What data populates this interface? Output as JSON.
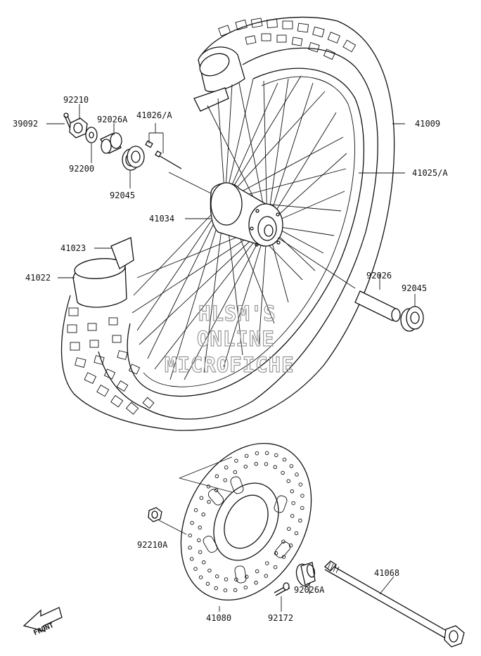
{
  "labels": {
    "p39092": "39092",
    "p92210": "92210",
    "p92026A_top": "92026A",
    "p41026A": "41026/A",
    "p92200": "92200",
    "p92045_top": "92045",
    "p41034": "41034",
    "p41023": "41023",
    "p41022": "41022",
    "p41009": "41009",
    "p41025A": "41025/A",
    "p92026": "92026",
    "p92045_right": "92045",
    "p92210A": "92210A",
    "p41068": "41068",
    "p92026A_bottom": "92026A",
    "p41080": "41080",
    "p92172": "92172"
  },
  "watermark": {
    "line1": "HLSM'S",
    "line2": "ONLINE",
    "line3": "MICROFICHE"
  },
  "front_badge": "FRONT"
}
